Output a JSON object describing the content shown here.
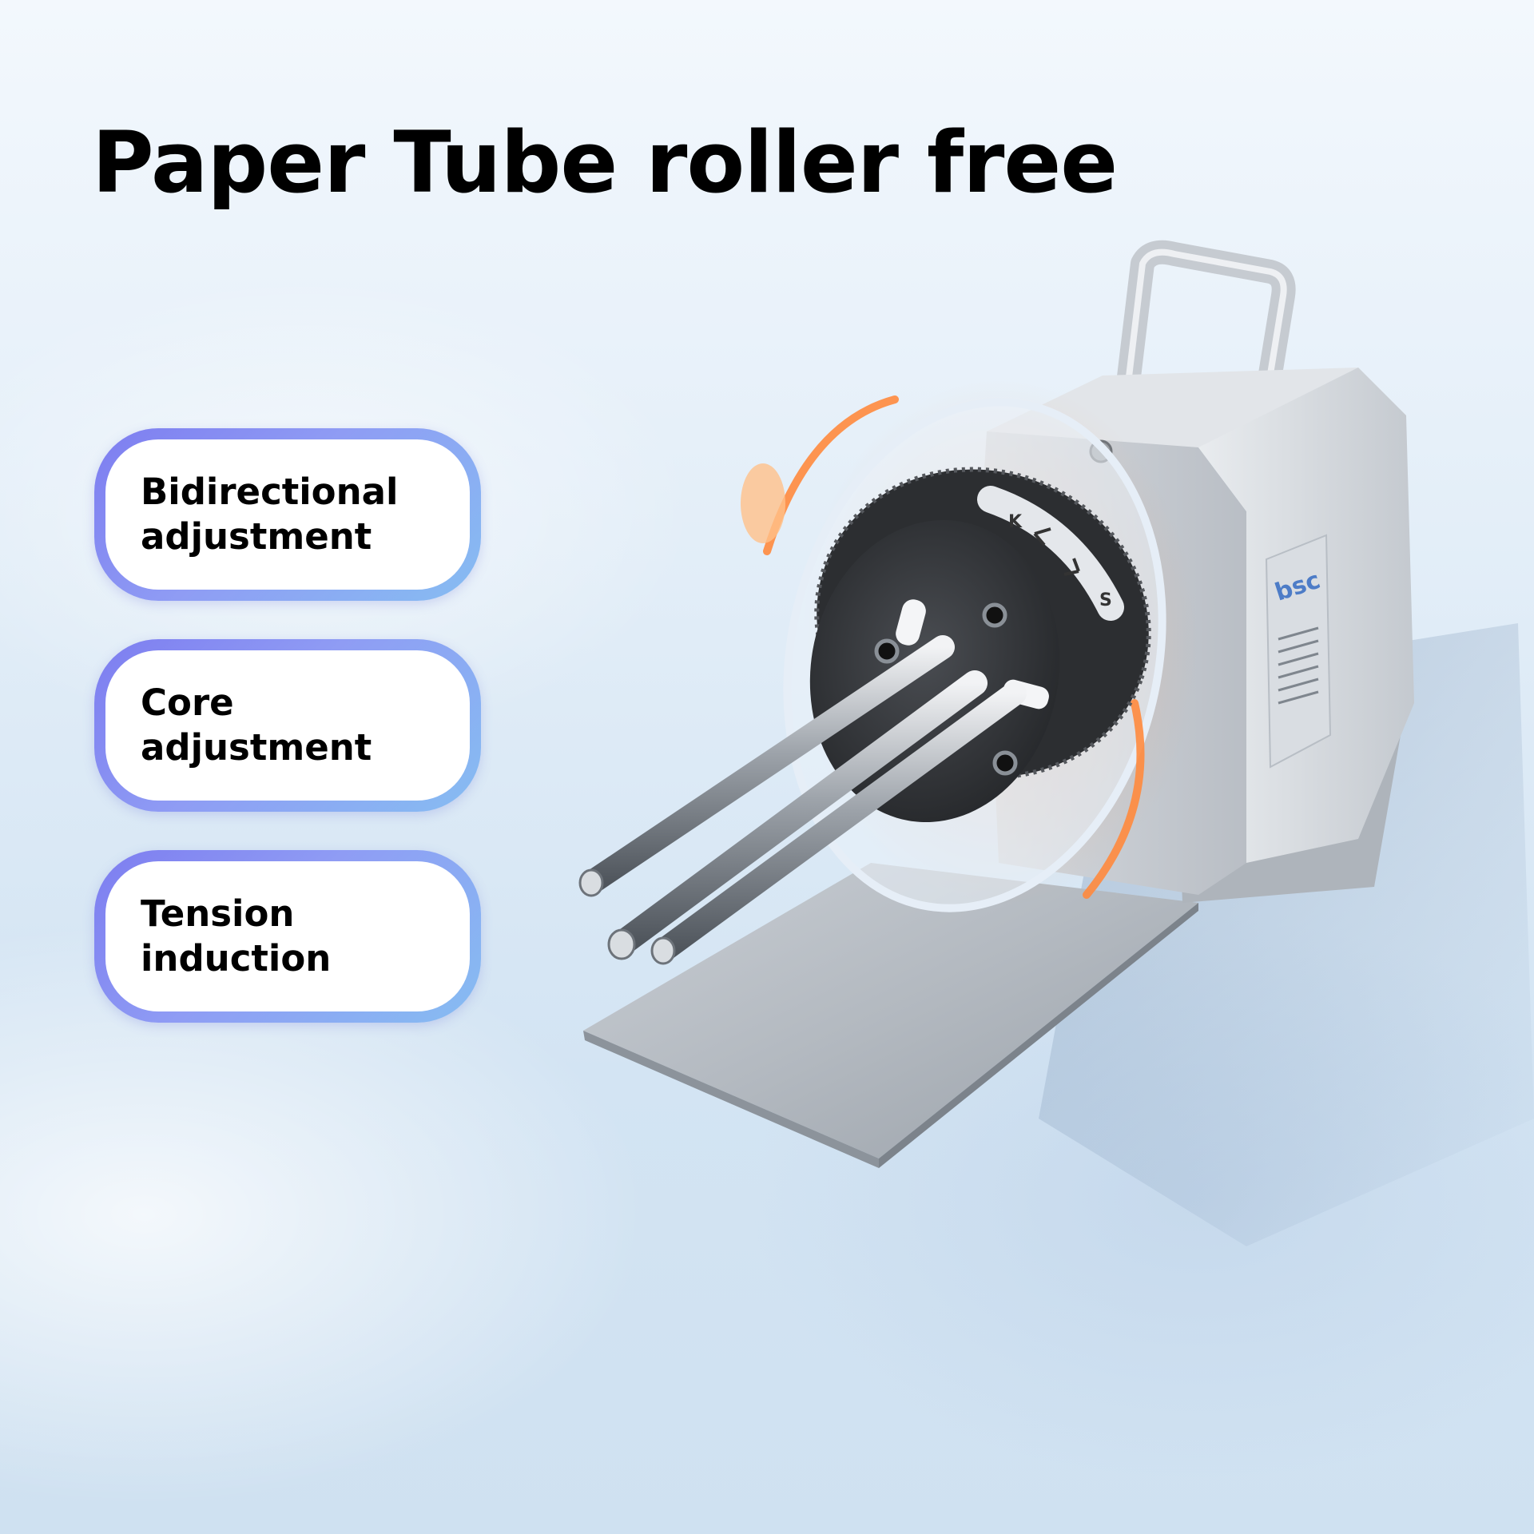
{
  "headline": "Paper Tube roller free",
  "features": [
    {
      "label": "Bidirectional adjustment"
    },
    {
      "label": "Core adjustment"
    },
    {
      "label": "Tension induction"
    }
  ],
  "product": {
    "logo_text": "bsc",
    "dial_marks": [
      "K",
      "S"
    ]
  },
  "colors": {
    "pill_border_start": "#7d7df0",
    "pill_border_end": "#86bdf2",
    "background": "#dce9f5",
    "glow": "#ff8a3d"
  }
}
